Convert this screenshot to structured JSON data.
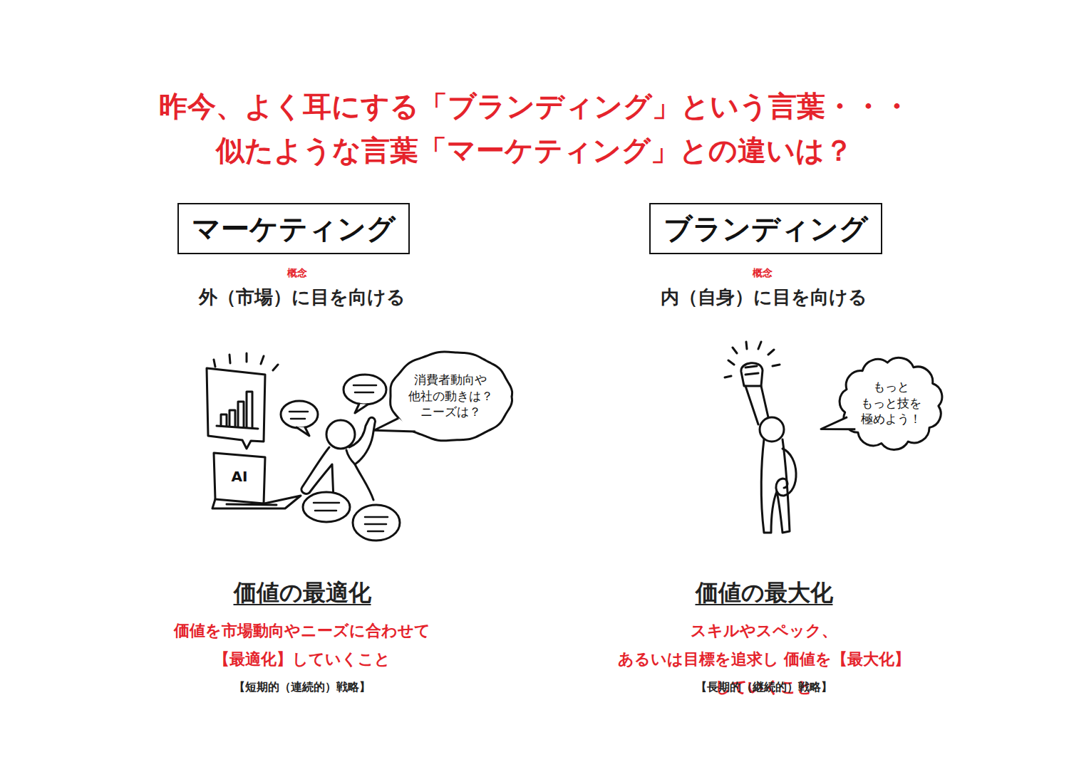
{
  "diagram": {
    "title": "昨今、よく耳にする「ブランディング」という言葉・・・ 似たような言葉「マーケティング」との違いは？",
    "nodes": [
      {
        "text": [
          "マーケティング"
        ]
      },
      {
        "text": [
          "消費者動向や 他社の動きは？ ニーズは？"
        ]
      },
      {
        "text": [
          "ブランディング"
        ]
      },
      {
        "text": [
          "もっと もっと技を 極めよう！"
        ]
      }
    ],
    "labels": [
      "概念",
      "外（市場）に目を向ける",
      "AI",
      "価値の最適化",
      "価値を市場動向やニーズに合わせて 【最適化】していくこと",
      "【短期的（連続的）戦略】",
      "概念",
      "内（自身）に目を向ける",
      "価値の最大化",
      "スキルやスペック、あるいは目標を追求し 価値を【最大化】していくこと",
      "【長期的（継続的）戦略】"
    ]
  }
}
